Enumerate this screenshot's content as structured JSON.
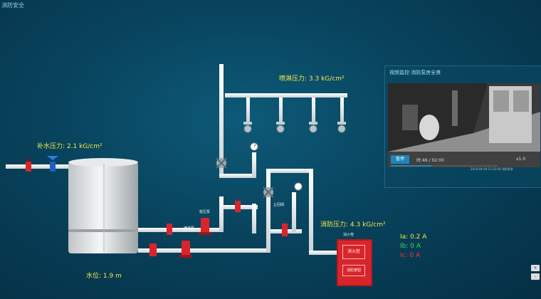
{
  "page": {
    "title": "消防安全"
  },
  "labels": {
    "spray_pressure": "喷淋压力: 3.3 kG/cm²",
    "makeup_pressure": "补水压力: 2.1 kG/cm²",
    "fire_pressure": "消防压力: 4.3 kG/cm²",
    "water_level": "水位: 1.9 m",
    "pump_a": "稳压泵",
    "pump_b": "喷淋泵",
    "valve_label": "止回阀",
    "panel_label": "消火栓",
    "panel_face_top": "消火栓",
    "panel_face_bottom": "消防按钮"
  },
  "video": {
    "title": "视频监控·消防泵房全景",
    "pause_label": "暂停",
    "time": "时:46 / 02:00",
    "speed": "x1.0",
    "progress": 0.38,
    "stamp": "2024-04-09 15:32:08 消防泵房"
  },
  "currents": {
    "ia": "Ia: 0.2 A",
    "ib": "Ib: 0 A",
    "ic": "Ic: 0 A"
  },
  "colors": {
    "ia": "#f3e84a",
    "ib": "#3fdc4a",
    "ic": "#ff3030",
    "pipe": "#eef2f4",
    "valve_red": "#d8252b"
  },
  "side_buttons": [
    "+",
    "-"
  ]
}
